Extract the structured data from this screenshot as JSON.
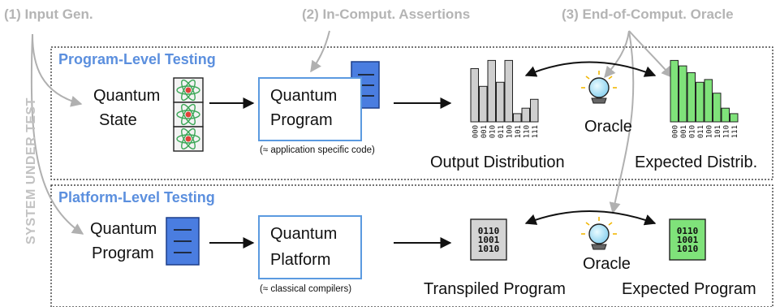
{
  "headers": {
    "input_gen": "(1) Input Gen.",
    "in_comput": "(2) In-Comput. Assertions",
    "end_comput": "(3) End-of-Comput. Oracle"
  },
  "side_label": "SYSTEM UNDER TEST",
  "program_level": {
    "title": "Program-Level Testing",
    "input_line1": "Quantum",
    "input_line2": "State",
    "box_line1": "Quantum",
    "box_line2": "Program",
    "box_note": "(≈ application specific code)",
    "oracle": "Oracle",
    "output_label": "Output Distribution",
    "expected_label": "Expected Distrib.",
    "bitstrings": [
      "000",
      "001",
      "010",
      "011",
      "100",
      "101",
      "110",
      "111"
    ],
    "output_values": [
      0.78,
      0.52,
      0.9,
      0.58,
      0.9,
      0.12,
      0.2,
      0.33
    ],
    "expected_values": [
      0.9,
      0.82,
      0.72,
      0.58,
      0.62,
      0.42,
      0.2,
      0.12
    ]
  },
  "platform_level": {
    "title": "Platform-Level Testing",
    "input_line1": "Quantum",
    "input_line2": "Program",
    "box_line1": "Quantum",
    "box_line2": "Platform",
    "box_note": "(≈ classical compilers)",
    "oracle": "Oracle",
    "transpiled_label": "Transpiled Program",
    "expected_label": "Expected Program",
    "binary_lines": [
      "0110",
      "1001",
      "1010"
    ]
  },
  "colors": {
    "accent_blue": "#5b8fde",
    "doc_blue": "#4a7de0",
    "grey_bar": "#cfcfcf",
    "green_bar": "#7fe27a",
    "grey_text": "#b4b4b4"
  }
}
